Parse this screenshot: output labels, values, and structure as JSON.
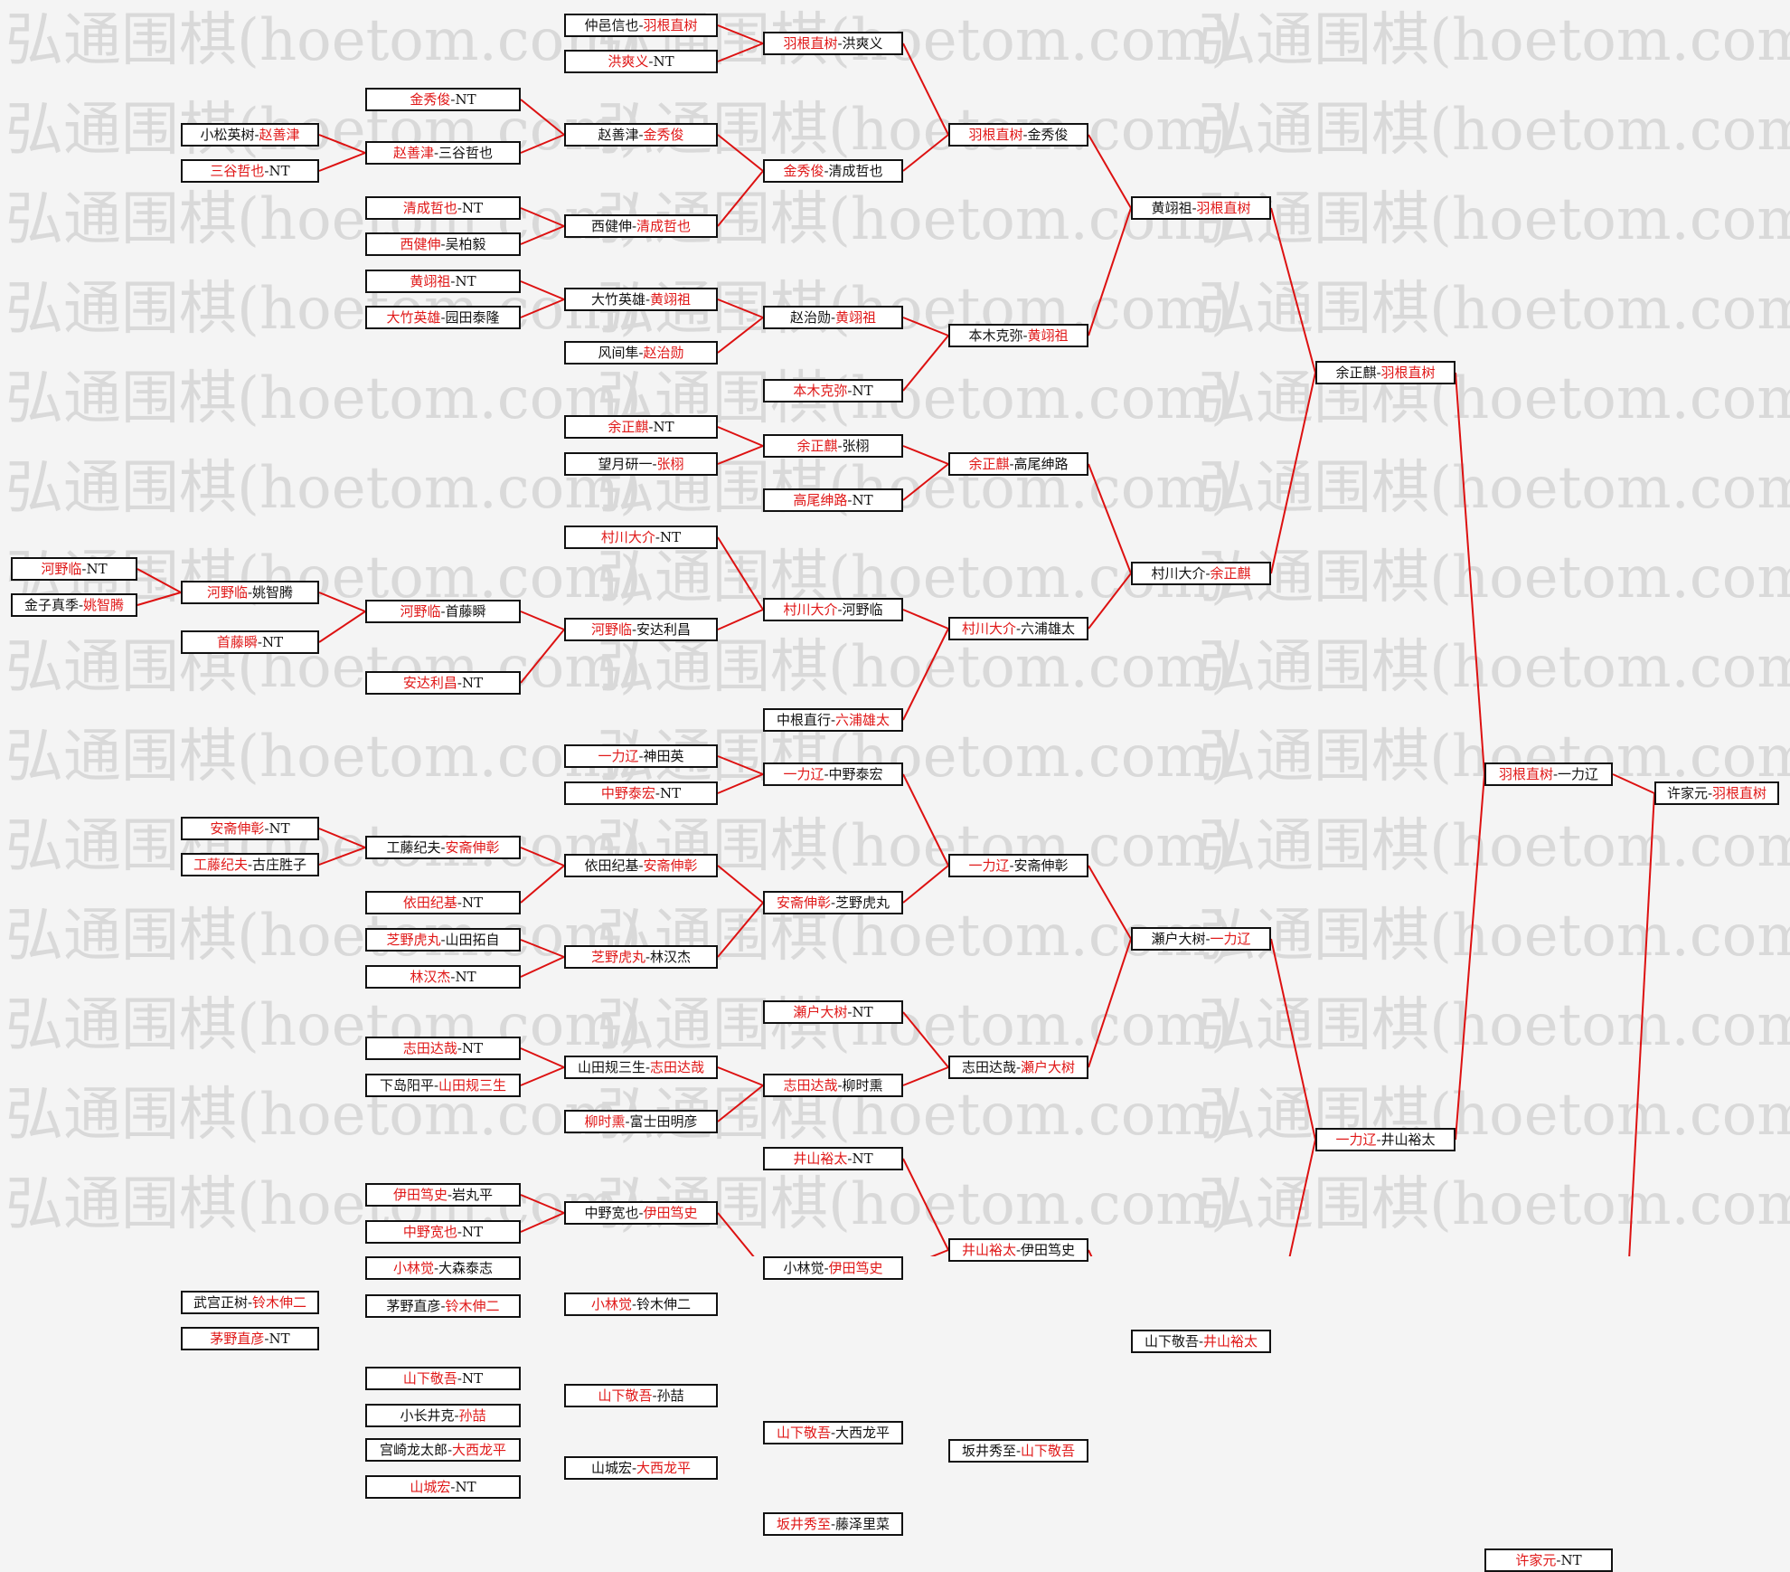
{
  "watermark": "弘通围棋(hoetom.com)",
  "colors": {
    "winner": "#e01818",
    "loser": "#111111",
    "connector": "#dd1111"
  },
  "rounds": [
    {
      "name": "round-1",
      "matches": [
        {
          "p": [
            "河野临",
            "NT"
          ],
          "w": 0
        },
        {
          "p": [
            "金子真季",
            "姚智腾"
          ],
          "w": 1
        }
      ]
    },
    {
      "name": "round-2",
      "matches": [
        {
          "p": [
            "小松英树",
            "赵善津"
          ],
          "w": 1
        },
        {
          "p": [
            "三谷哲也",
            "NT"
          ],
          "w": 0
        },
        {
          "p": [
            "河野临",
            "姚智腾"
          ],
          "w": 0
        },
        {
          "p": [
            "首藤瞬",
            "NT"
          ],
          "w": 0
        },
        {
          "p": [
            "安斋伸彰",
            "NT"
          ],
          "w": 0
        },
        {
          "p": [
            "工藤纪夫",
            "古庄胜子"
          ],
          "w": 0
        },
        {
          "p": [
            "武宫正树",
            "铃木伸二"
          ],
          "w": 1
        },
        {
          "p": [
            "茅野直彦",
            "NT"
          ],
          "w": 0
        }
      ]
    },
    {
      "name": "round-3",
      "matches": [
        {
          "p": [
            "金秀俊",
            "NT"
          ],
          "w": 0
        },
        {
          "p": [
            "赵善津",
            "三谷哲也"
          ],
          "w": 0
        },
        {
          "p": [
            "清成哲也",
            "NT"
          ],
          "w": 0
        },
        {
          "p": [
            "西健伸",
            "吴柏毅"
          ],
          "w": 0
        },
        {
          "p": [
            "黄翊祖",
            "NT"
          ],
          "w": 0
        },
        {
          "p": [
            "大竹英雄",
            "园田泰隆"
          ],
          "w": 0
        },
        {
          "p": [
            "河野临",
            "首藤瞬"
          ],
          "w": 0
        },
        {
          "p": [
            "安达利昌",
            "NT"
          ],
          "w": 0
        },
        {
          "p": [
            "工藤纪夫",
            "安斋伸彰"
          ],
          "w": 1
        },
        {
          "p": [
            "依田纪基",
            "NT"
          ],
          "w": 0
        },
        {
          "p": [
            "芝野虎丸",
            "山田拓自"
          ],
          "w": 0
        },
        {
          "p": [
            "林汉杰",
            "NT"
          ],
          "w": 0
        },
        {
          "p": [
            "志田达哉",
            "NT"
          ],
          "w": 0
        },
        {
          "p": [
            "下岛阳平",
            "山田规三生"
          ],
          "w": 1
        },
        {
          "p": [
            "伊田笃史",
            "岩丸平"
          ],
          "w": 0
        },
        {
          "p": [
            "中野宽也",
            "NT"
          ],
          "w": 0
        },
        {
          "p": [
            "小林觉",
            "大森泰志"
          ],
          "w": 0
        },
        {
          "p": [
            "茅野直彦",
            "铃木伸二"
          ],
          "w": 1
        },
        {
          "p": [
            "山下敬吾",
            "NT"
          ],
          "w": 0
        },
        {
          "p": [
            "小长井克",
            "孙喆"
          ],
          "w": 1
        },
        {
          "p": [
            "宫崎龙太郎",
            "大西龙平"
          ],
          "w": 1
        },
        {
          "p": [
            "山城宏",
            "NT"
          ],
          "w": 0
        }
      ]
    },
    {
      "name": "round-4",
      "matches": [
        {
          "p": [
            "仲邑信也",
            "羽根直树"
          ],
          "w": 1
        },
        {
          "p": [
            "洪爽义",
            "NT"
          ],
          "w": 0
        },
        {
          "p": [
            "赵善津",
            "金秀俊"
          ],
          "w": 1
        },
        {
          "p": [
            "西健伸",
            "清成哲也"
          ],
          "w": 1
        },
        {
          "p": [
            "大竹英雄",
            "黄翊祖"
          ],
          "w": 1
        },
        {
          "p": [
            "风间隼",
            "赵治勋"
          ],
          "w": 1
        },
        {
          "p": [
            "余正麒",
            "NT"
          ],
          "w": 0
        },
        {
          "p": [
            "望月研一",
            "张栩"
          ],
          "w": 1
        },
        {
          "p": [
            "村川大介",
            "NT"
          ],
          "w": 0
        },
        {
          "p": [
            "河野临",
            "安达利昌"
          ],
          "w": 0
        },
        {
          "p": [
            "一力辽",
            "神田英"
          ],
          "w": 0
        },
        {
          "p": [
            "中野泰宏",
            "NT"
          ],
          "w": 0
        },
        {
          "p": [
            "依田纪基",
            "安斋伸彰"
          ],
          "w": 1
        },
        {
          "p": [
            "芝野虎丸",
            "林汉杰"
          ],
          "w": 0
        },
        {
          "p": [
            "山田规三生",
            "志田达哉"
          ],
          "w": 1
        },
        {
          "p": [
            "柳时熏",
            "富士田明彦"
          ],
          "w": 0
        },
        {
          "p": [
            "中野宽也",
            "伊田笃史"
          ],
          "w": 1
        },
        {
          "p": [
            "小林觉",
            "铃木伸二"
          ],
          "w": 0
        },
        {
          "p": [
            "山下敬吾",
            "孙喆"
          ],
          "w": 0
        },
        {
          "p": [
            "山城宏",
            "大西龙平"
          ],
          "w": 1
        }
      ]
    },
    {
      "name": "round-5",
      "matches": [
        {
          "p": [
            "羽根直树",
            "洪爽义"
          ],
          "w": 0
        },
        {
          "p": [
            "金秀俊",
            "清成哲也"
          ],
          "w": 0
        },
        {
          "p": [
            "赵治勋",
            "黄翊祖"
          ],
          "w": 1
        },
        {
          "p": [
            "本木克弥",
            "NT"
          ],
          "w": 0
        },
        {
          "p": [
            "余正麒",
            "张栩"
          ],
          "w": 0
        },
        {
          "p": [
            "高尾绅路",
            "NT"
          ],
          "w": 0
        },
        {
          "p": [
            "村川大介",
            "河野临"
          ],
          "w": 0
        },
        {
          "p": [
            "中根直行",
            "六浦雄太"
          ],
          "w": 1
        },
        {
          "p": [
            "一力辽",
            "中野泰宏"
          ],
          "w": 0
        },
        {
          "p": [
            "安斋伸彰",
            "芝野虎丸"
          ],
          "w": 0
        },
        {
          "p": [
            "瀬户大树",
            "NT"
          ],
          "w": 0
        },
        {
          "p": [
            "志田达哉",
            "柳时熏"
          ],
          "w": 0
        },
        {
          "p": [
            "井山裕太",
            "NT"
          ],
          "w": 0
        },
        {
          "p": [
            "小林觉",
            "伊田笃史"
          ],
          "w": 1
        },
        {
          "p": [
            "山下敬吾",
            "大西龙平"
          ],
          "w": 0
        },
        {
          "p": [
            "坂井秀至",
            "藤泽里菜"
          ],
          "w": 0
        }
      ]
    },
    {
      "name": "round-6",
      "matches": [
        {
          "p": [
            "羽根直树",
            "金秀俊"
          ],
          "w": 0
        },
        {
          "p": [
            "本木克弥",
            "黄翊祖"
          ],
          "w": 1
        },
        {
          "p": [
            "余正麒",
            "高尾绅路"
          ],
          "w": 0
        },
        {
          "p": [
            "村川大介",
            "六浦雄太"
          ],
          "w": 0
        },
        {
          "p": [
            "一力辽",
            "安斋伸彰"
          ],
          "w": 0
        },
        {
          "p": [
            "志田达哉",
            "瀬户大树"
          ],
          "w": 1
        },
        {
          "p": [
            "井山裕太",
            "伊田笃史"
          ],
          "w": 0
        },
        {
          "p": [
            "坂井秀至",
            "山下敬吾"
          ],
          "w": 1
        }
      ]
    },
    {
      "name": "round-7",
      "matches": [
        {
          "p": [
            "黄翊祖",
            "羽根直树"
          ],
          "w": 1
        },
        {
          "p": [
            "村川大介",
            "余正麒"
          ],
          "w": 1
        },
        {
          "p": [
            "瀬户大树",
            "一力辽"
          ],
          "w": 1
        },
        {
          "p": [
            "山下敬吾",
            "井山裕太"
          ],
          "w": 1
        }
      ]
    },
    {
      "name": "round-8",
      "matches": [
        {
          "p": [
            "余正麒",
            "羽根直树"
          ],
          "w": 1
        },
        {
          "p": [
            "一力辽",
            "井山裕太"
          ],
          "w": 0
        }
      ]
    },
    {
      "name": "round-9",
      "matches": [
        {
          "p": [
            "羽根直树",
            "一力辽"
          ],
          "w": 0
        },
        {
          "p": [
            "许家元",
            "NT"
          ],
          "w": 0
        }
      ]
    },
    {
      "name": "final",
      "matches": [
        {
          "p": [
            "许家元",
            "羽根直树"
          ],
          "w": 1
        }
      ]
    }
  ]
}
